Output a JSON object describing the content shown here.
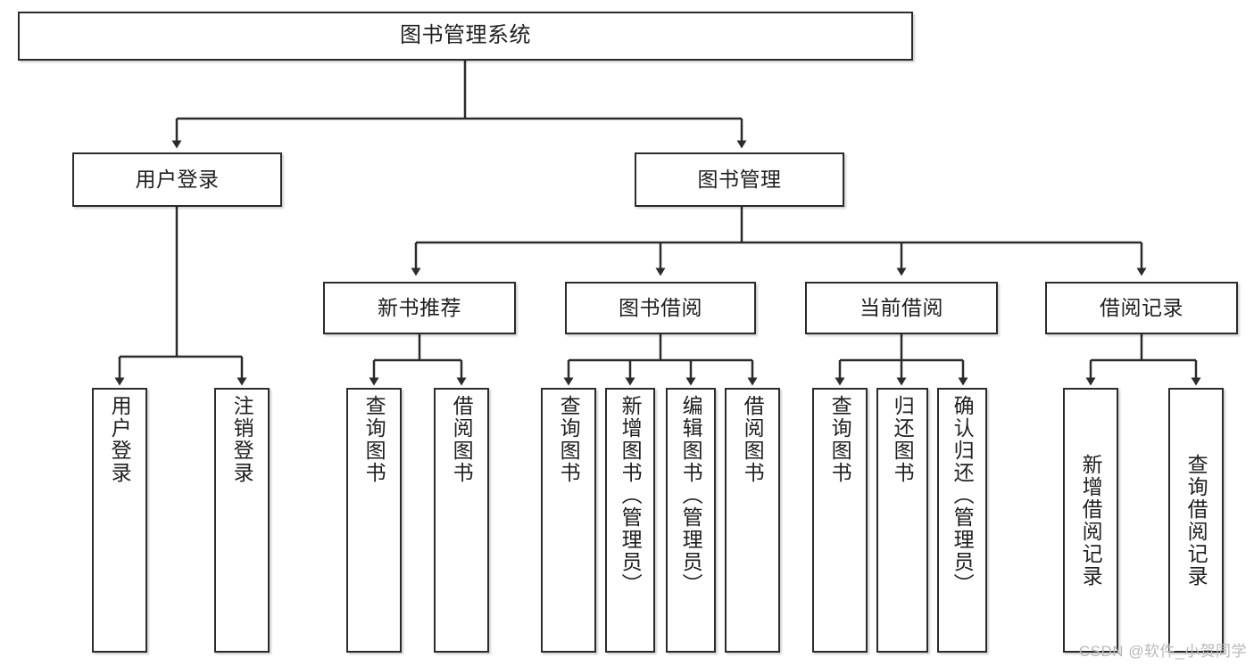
{
  "diagram": {
    "title": "图书管理系统",
    "type": "tree",
    "watermark": "CSDN @软件_小贺同学",
    "colors": {
      "box_border": "#2b2b2b",
      "box_fill": "#ffffff",
      "connector": "#2b2b2b",
      "text": "#1f1f1f",
      "watermark": "#b9b9b9"
    },
    "root": {
      "label": "图书管理系统"
    },
    "level2": [
      {
        "label": "用户登录"
      },
      {
        "label": "图书管理"
      }
    ],
    "level3": [
      {
        "label": "新书推荐"
      },
      {
        "label": "图书借阅"
      },
      {
        "label": "当前借阅"
      },
      {
        "label": "借阅记录"
      }
    ],
    "leaves": {
      "user_login": [
        {
          "label": "用户登录"
        },
        {
          "label": "注销登录"
        }
      ],
      "new_book_recommend": [
        {
          "label": "查询图书"
        },
        {
          "label": "借阅图书"
        }
      ],
      "book_borrow": [
        {
          "label": "查询图书"
        },
        {
          "label": "新增图书（管理员）"
        },
        {
          "label": "编辑图书（管理员）"
        },
        {
          "label": "借阅图书"
        }
      ],
      "current_borrow": [
        {
          "label": "查询图书"
        },
        {
          "label": "归还图书"
        },
        {
          "label": "确认归还（管理员）"
        }
      ],
      "borrow_records": [
        {
          "label": "新增借阅记录"
        },
        {
          "label": "查询借阅记录"
        }
      ]
    }
  }
}
